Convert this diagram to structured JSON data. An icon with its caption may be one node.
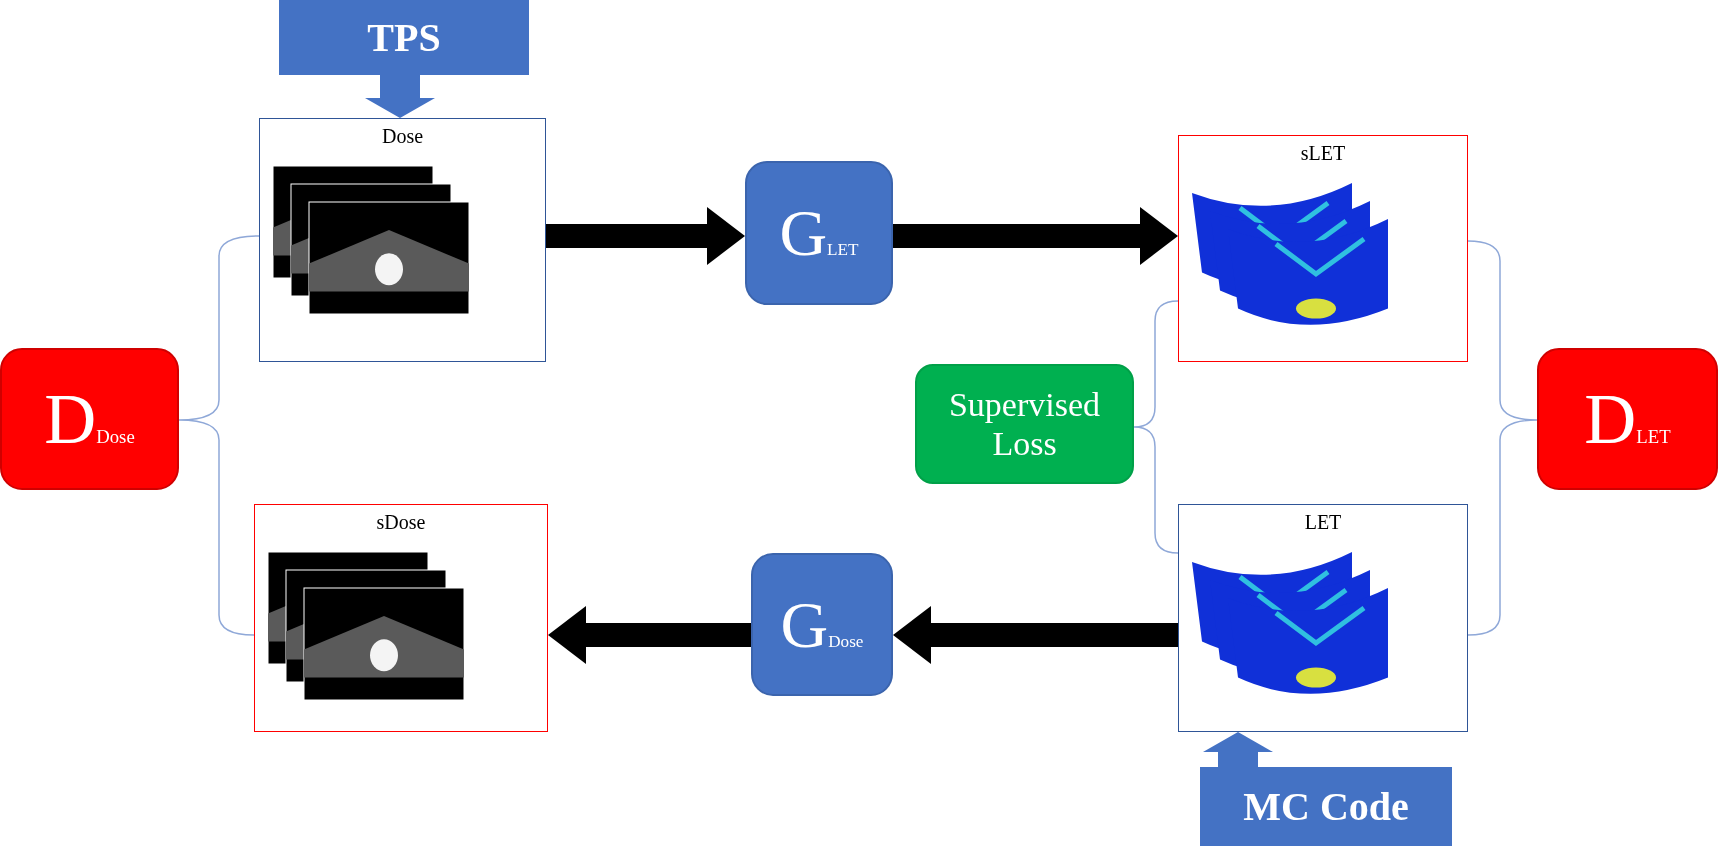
{
  "diagram": {
    "nodes": [
      {
        "text": [
          "TPS"
        ]
      },
      {
        "text": [
          "Dose"
        ]
      },
      {
        "text": [
          "G$_{LET}$"
        ]
      },
      {
        "text": [
          "sLET"
        ]
      },
      {
        "text": [
          "D$_{Dose}$"
        ]
      },
      {
        "text": [
          "Supervised Loss"
        ]
      },
      {
        "text": [
          "D$_{LET}$"
        ]
      },
      {
        "text": [
          "sDose"
        ]
      },
      {
        "text": [
          "G$_{Dose}$"
        ]
      },
      {
        "text": [
          "LET"
        ]
      },
      {
        "text": [
          "MC Code"
        ]
      }
    ],
    "edges": [
      {
        "from": 0,
        "to": 1,
        "arrow": "to",
        "color": "#4472c4"
      },
      {
        "from": 1,
        "to": 2,
        "arrow": "to"
      },
      {
        "from": 2,
        "to": 3,
        "arrow": "to"
      },
      {
        "from": 9,
        "to": 8,
        "arrow": "to"
      },
      {
        "from": 8,
        "to": 7,
        "arrow": "to"
      },
      {
        "from": 10,
        "to": 9,
        "arrow": "to",
        "color": "#4472c4"
      }
    ]
  }
}
